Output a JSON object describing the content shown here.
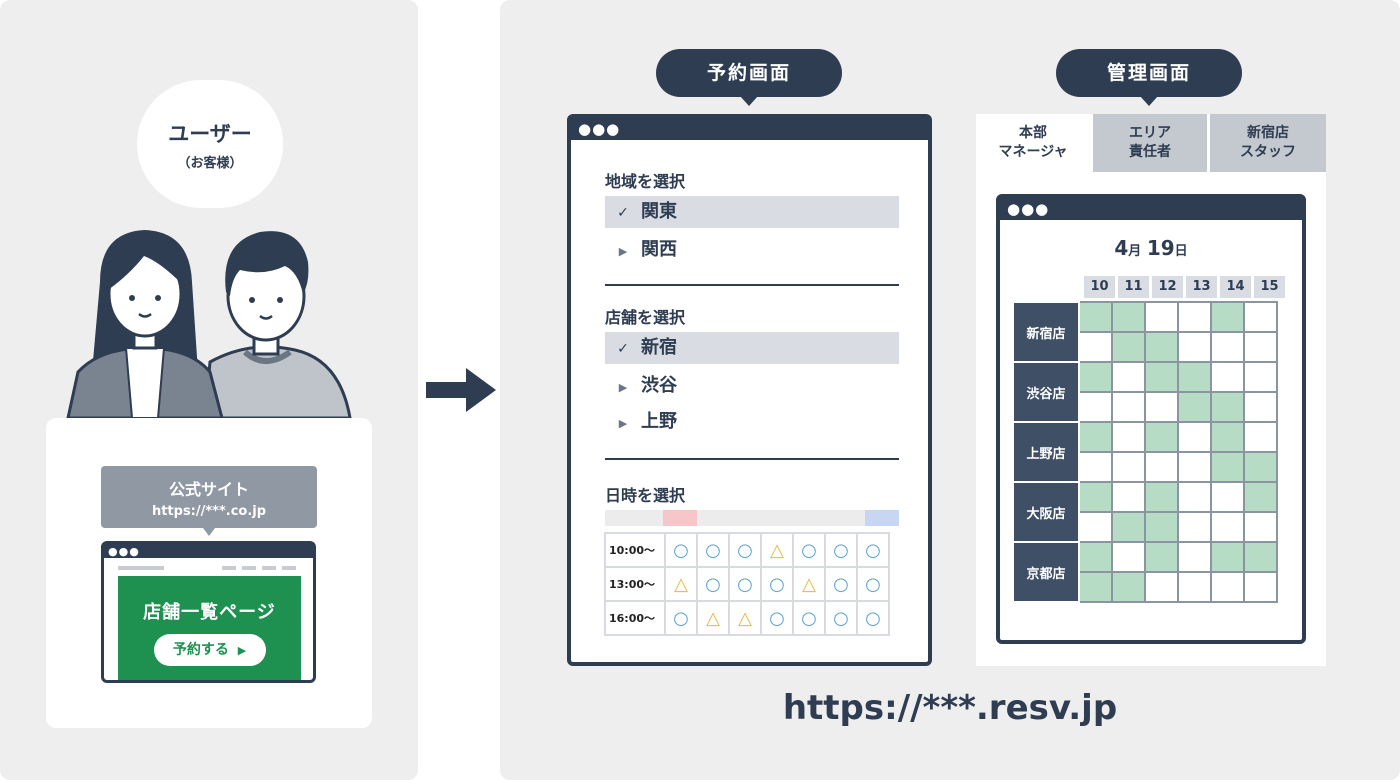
{
  "user": {
    "title": "ユーザー",
    "subtitle": "（お客様）"
  },
  "official_site": {
    "label": "公式サイト",
    "url": "https://***.co.jp",
    "page_label": "店舗一覧ページ",
    "reserve_button": "予約する"
  },
  "reservation": {
    "pill": "予約画面",
    "region": {
      "title": "地域を選択",
      "options": [
        {
          "label": "関東",
          "selected": true
        },
        {
          "label": "関西",
          "selected": false
        }
      ]
    },
    "store": {
      "title": "店舗を選択",
      "options": [
        {
          "label": "新宿",
          "selected": true
        },
        {
          "label": "渋谷",
          "selected": false
        },
        {
          "label": "上野",
          "selected": false
        }
      ]
    },
    "datetime": {
      "title": "日時を選択",
      "rows": [
        {
          "time": "10:00〜",
          "slots": [
            "○",
            "○",
            "○",
            "△",
            "○",
            "○",
            "○"
          ]
        },
        {
          "time": "13:00〜",
          "slots": [
            "△",
            "○",
            "○",
            "○",
            "△",
            "○",
            "○"
          ]
        },
        {
          "time": "16:00〜",
          "slots": [
            "○",
            "△",
            "△",
            "○",
            "○",
            "○",
            "○"
          ]
        }
      ]
    }
  },
  "admin": {
    "pill": "管理画面",
    "tabs": [
      {
        "label": "本部\nマネージャ"
      },
      {
        "label": "エリア\n責任者"
      },
      {
        "label": "新宿店\nスタッフ"
      }
    ],
    "date": {
      "month": "4",
      "month_unit": "月",
      "day": "19",
      "day_unit": "日"
    },
    "hours": [
      "10",
      "11",
      "12",
      "13",
      "14",
      "15"
    ],
    "stores": [
      {
        "name": "新宿店",
        "rows": [
          [
            1,
            1,
            0,
            0,
            1,
            0
          ],
          [
            0,
            1,
            1,
            0,
            0,
            0
          ]
        ]
      },
      {
        "name": "渋谷店",
        "rows": [
          [
            1,
            0,
            1,
            1,
            0,
            0
          ],
          [
            0,
            0,
            0,
            1,
            1,
            0
          ]
        ]
      },
      {
        "name": "上野店",
        "rows": [
          [
            1,
            0,
            1,
            0,
            1,
            0
          ],
          [
            0,
            0,
            0,
            0,
            1,
            1
          ]
        ]
      },
      {
        "name": "大阪店",
        "rows": [
          [
            1,
            0,
            1,
            0,
            0,
            1
          ],
          [
            0,
            1,
            1,
            0,
            0,
            0
          ]
        ]
      },
      {
        "name": "京都店",
        "rows": [
          [
            1,
            0,
            1,
            0,
            1,
            1
          ],
          [
            1,
            1,
            0,
            0,
            0,
            0
          ]
        ]
      }
    ]
  },
  "url": "https://***.resv.jp",
  "colors": {
    "navy": "#2e3d52",
    "green": "#1e9150",
    "slot_green": "#b6dcc6",
    "circle": "#5aa3d6",
    "triangle": "#e5b93a"
  }
}
